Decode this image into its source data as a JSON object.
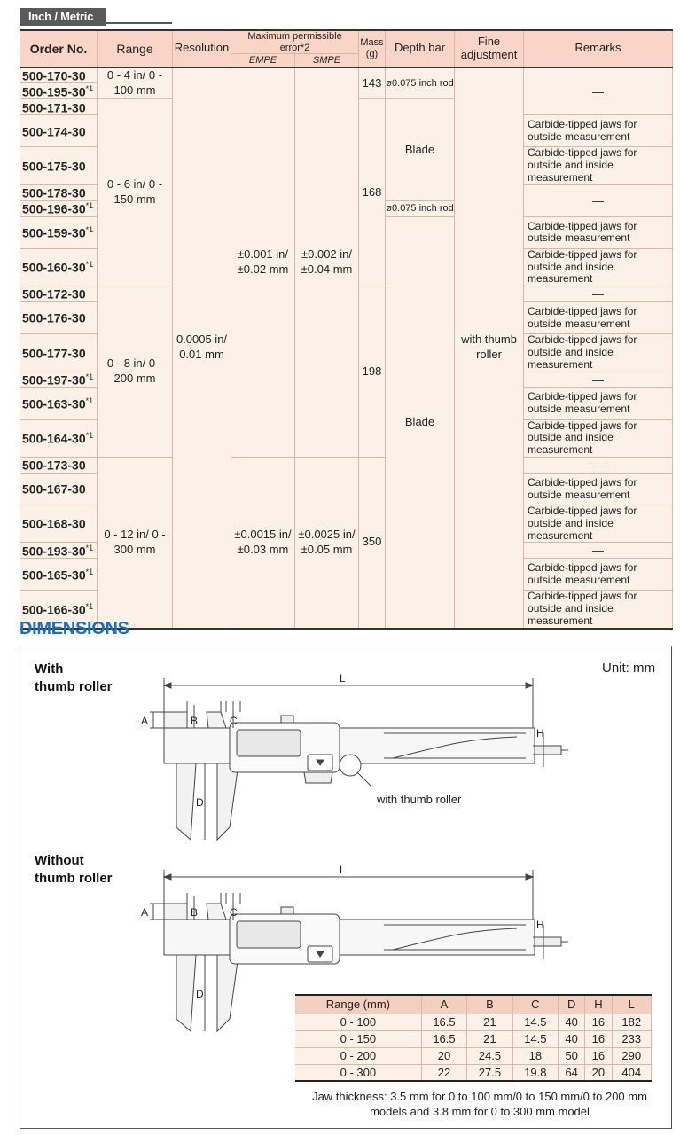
{
  "tab_label": "Inch / Metric",
  "headers": {
    "order_no": "Order No.",
    "range": "Range",
    "resolution": "Resolution",
    "mpe": "Maximum permissible error*2",
    "empe": "EMPE",
    "smpe": "SMPE",
    "mass": "Mass (g)",
    "depth_bar": "Depth bar",
    "fine_adjustment": "Fine adjustment",
    "remarks": "Remarks"
  },
  "order_numbers": [
    {
      "no": "500-170-30",
      "sup": ""
    },
    {
      "no": "500-195-30",
      "sup": "*1"
    },
    {
      "no": "500-171-30",
      "sup": ""
    },
    {
      "no": "500-174-30",
      "sup": ""
    },
    {
      "no": "500-175-30",
      "sup": ""
    },
    {
      "no": "500-178-30",
      "sup": ""
    },
    {
      "no": "500-196-30",
      "sup": "*1"
    },
    {
      "no": "500-159-30",
      "sup": "*1"
    },
    {
      "no": "500-160-30",
      "sup": "*1"
    },
    {
      "no": "500-172-30",
      "sup": ""
    },
    {
      "no": "500-176-30",
      "sup": ""
    },
    {
      "no": "500-177-30",
      "sup": ""
    },
    {
      "no": "500-197-30",
      "sup": "*1"
    },
    {
      "no": "500-163-30",
      "sup": "*1"
    },
    {
      "no": "500-164-30",
      "sup": "*1"
    },
    {
      "no": "500-173-30",
      "sup": ""
    },
    {
      "no": "500-167-30",
      "sup": ""
    },
    {
      "no": "500-168-30",
      "sup": ""
    },
    {
      "no": "500-193-30",
      "sup": "*1"
    },
    {
      "no": "500-165-30",
      "sup": "*1"
    },
    {
      "no": "500-166-30",
      "sup": "*1"
    }
  ],
  "ranges": [
    "0 - 4 in/ 0 - 100 mm",
    "0 - 6 in/ 0 - 150 mm",
    "0 - 8 in/ 0 - 200 mm",
    "0 - 12 in/ 0 - 300 mm"
  ],
  "resolution": "0.0005 in/ 0.01 mm",
  "empe": [
    "±0.001 in/ ±0.02 mm",
    "±0.0015 in/ ±0.03 mm"
  ],
  "smpe": [
    "±0.002 in/ ±0.04 mm",
    "±0.0025 in/ ±0.05 mm"
  ],
  "mass": [
    "143",
    "168",
    "198",
    "350"
  ],
  "depth_bar": {
    "rod": "ø0.075 inch rod",
    "rod2": "ø0.075 inch rod",
    "blade1": "Blade",
    "blade2": "Blade"
  },
  "fine_adjustment": "with thumb roller",
  "remarks": {
    "dash": "—",
    "outside": "Carbide-tipped jaws for outside measurement",
    "outside_inside": "Carbide-tipped jaws for outside and inside measurement"
  },
  "dimensions": {
    "title": "DIMENSIONS",
    "unit": "Unit: mm",
    "with_label_1": "With",
    "with_label_2": "thumb roller",
    "without_label_1": "Without",
    "without_label_2": "thumb roller",
    "callout": "with thumb roller",
    "dim_letters": {
      "L": "L",
      "A": "A",
      "B": "B",
      "C": "C",
      "D": "D",
      "H": "H"
    },
    "table_headers": [
      "Range (mm)",
      "A",
      "B",
      "C",
      "D",
      "H",
      "L"
    ],
    "table_rows": [
      [
        "0 - 100",
        "16.5",
        "21",
        "14.5",
        "40",
        "16",
        "182"
      ],
      [
        "0 - 150",
        "16.5",
        "21",
        "14.5",
        "40",
        "16",
        "233"
      ],
      [
        "0 - 200",
        "20",
        "24.5",
        "18",
        "50",
        "16",
        "290"
      ],
      [
        "0 - 300",
        "22",
        "27.5",
        "19.8",
        "64",
        "20",
        "404"
      ]
    ],
    "jaw_note": "Jaw thickness: 3.5 mm for 0 to 100 mm/0 to 150 mm/0 to 200 mm models and 3.8 mm for 0 to 300 mm model"
  }
}
